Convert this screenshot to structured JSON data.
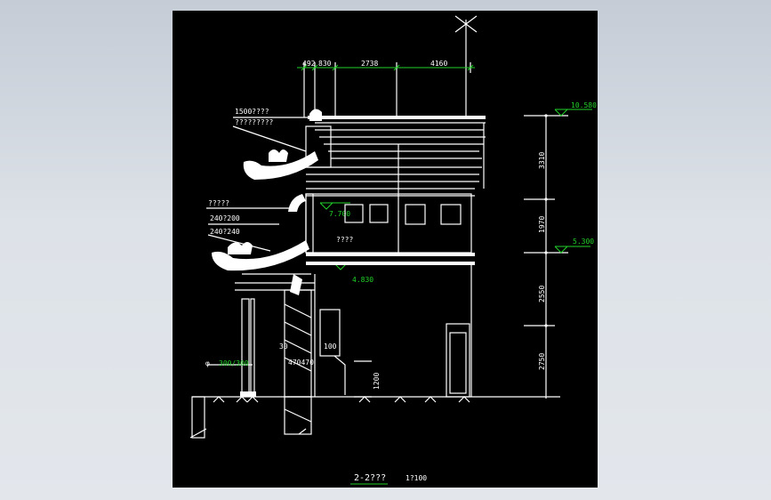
{
  "top_dims": [
    "492",
    "830",
    "2738",
    "4160"
  ],
  "right_dims": [
    "3310",
    "1970",
    "2550",
    "2750"
  ],
  "elevations": {
    "top": "10.580",
    "mid": "5.300",
    "win": "7.700",
    "floor": "4.830"
  },
  "left_notes": [
    "1500????",
    "?????????",
    "?????",
    "240?200",
    "240?240"
  ],
  "room_label": "????",
  "bottom_dims": {
    "a": "30",
    "b": "100",
    "c": "470470",
    "d": "1200",
    "col": "300/300"
  },
  "title": {
    "name": "2-2???",
    "scale": "1?100"
  },
  "colors": {
    "sheet": "#000000",
    "line": "#ffffff",
    "accent": "#22d22a"
  }
}
